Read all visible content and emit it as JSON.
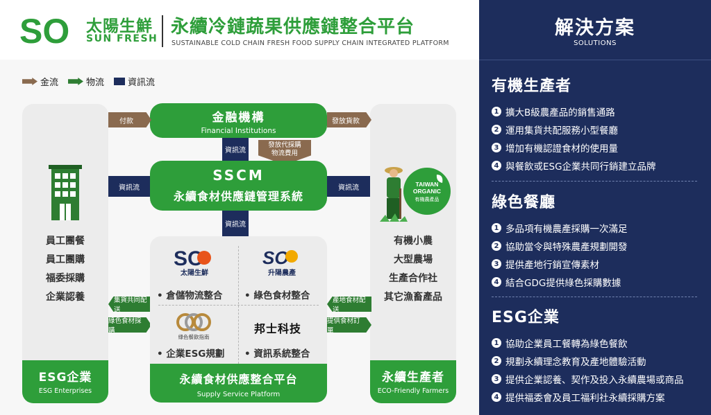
{
  "header": {
    "logo_text": "SO",
    "brand_cn": "太陽生鮮",
    "brand_en": "SUN FRESH",
    "title": "永續冷鏈蔬果供應鏈整合平台",
    "subtitle": "SUSTAINABLE COLD CHAIN FRESH FOOD SUPPLY CHAIN INTEGRATED PLATFORM"
  },
  "legend": [
    {
      "label": "金流",
      "color": "#8a6a4f",
      "shape": "arrow"
    },
    {
      "label": "物流",
      "color": "#2e7d32",
      "shape": "arrow"
    },
    {
      "label": "資訊流",
      "color": "#1d2d5c",
      "shape": "square"
    }
  ],
  "left_column": {
    "icon": "building-icon",
    "items": [
      "員工團餐",
      "員工團購",
      "福委採購",
      "企業認養"
    ],
    "footer_title": "ESG企業",
    "footer_en": "ESG Enterprises"
  },
  "right_column": {
    "icon": "farmer-icon",
    "badge_line1": "TAIWAN",
    "badge_line2": "ORGANIC",
    "badge_line3": "有機農產品",
    "items": [
      "有機小農",
      "大型農場",
      "生產合作社",
      "其它漁畜產品"
    ],
    "footer_title": "永續生產者",
    "footer_en": "ECO-Friendly Farmers"
  },
  "financial": {
    "title": "金融機構",
    "subtitle": "Financial Institutions"
  },
  "sscm": {
    "title": "SSCM",
    "subtitle": "永續食材供應鏈管理系統"
  },
  "flows": {
    "pay": "付款",
    "pay_out": "發放貨款",
    "fee_line1": "發放代採購",
    "fee_line2": "物流費用",
    "info": "資訊流",
    "joint_delivery": "集貨共同配送",
    "green_purchase": "綠色食材採購",
    "origin_delivery": "產地食材配送",
    "supply_order": "提供食材訂單"
  },
  "platform": {
    "partners": [
      {
        "logo": "SO",
        "name": "太陽生鮮",
        "label": "倉儲物流整合"
      },
      {
        "logo": "SO",
        "name": "升陽農產",
        "label": "綠色食材整合"
      },
      {
        "logo": "",
        "name": "綠色餐飲指南",
        "label": "企業ESG規劃"
      },
      {
        "logo": "",
        "name": "邦士科技",
        "label": "資訊系統整合"
      }
    ],
    "footer_title": "永續食材供應整合平台",
    "footer_en": "Supply Service Platform"
  },
  "solutions": {
    "title": "解決方案",
    "subtitle": "SOLUTIONS",
    "sections": [
      {
        "title": "有機生產者",
        "items": [
          "擴大B級農產品的銷售通路",
          "運用集貨共配服務小型餐廳",
          "增加有機認證食材的使用量",
          "與餐飲或ESG企業共同行銷建立品牌"
        ]
      },
      {
        "title": "綠色餐廳",
        "items": [
          "多品項有機農產採購一次滿足",
          "協助當令與特殊農產規劃開發",
          "提供產地行銷宣傳素材",
          "結合GDG提供綠色採購數據"
        ]
      },
      {
        "title": "ESG企業",
        "items": [
          "協助企業員工餐轉為綠色餐飲",
          "規劃永續理念教育及產地體驗活動",
          "提供企業認養、契作及投入永續農場或商品",
          "提供福委會及員工福利社永續採購方案"
        ]
      }
    ]
  },
  "colors": {
    "green": "#2e9e3a",
    "navy": "#1d2d5c",
    "brown": "#8a6a4f",
    "dark_green": "#2e7d32"
  }
}
